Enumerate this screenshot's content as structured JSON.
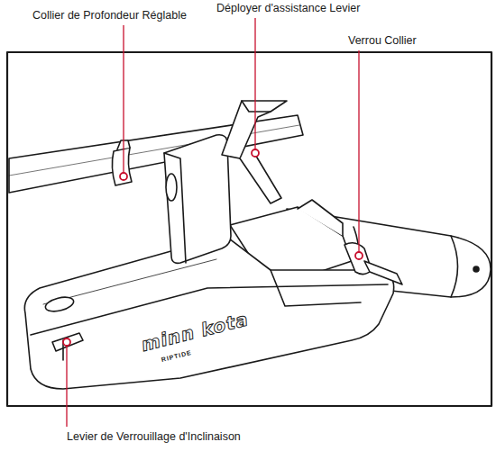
{
  "diagram": {
    "labels": [
      "Collier de Profondeur Réglable",
      "Déployer d'assistance Levier",
      "Verrou Collier",
      "Levier de Verrouillage d'Inclinaison",
      "minn kota",
      "RIPTIDE"
    ]
  }
}
